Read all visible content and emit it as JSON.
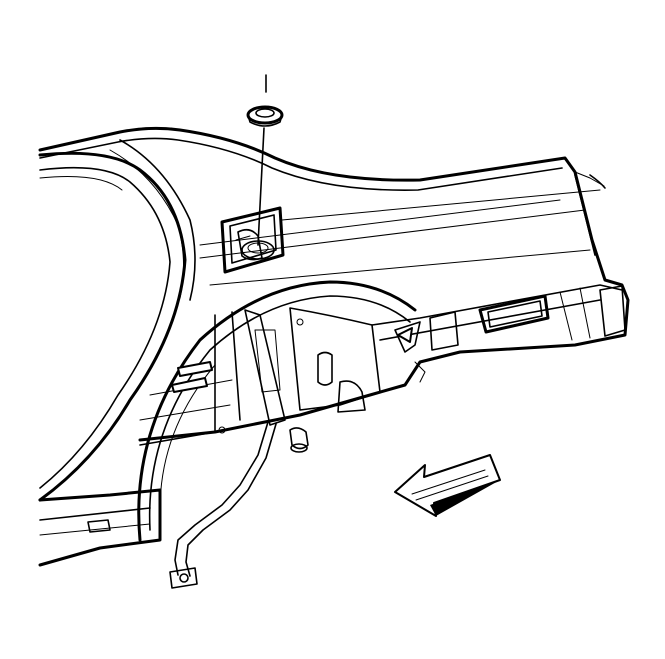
{
  "diagram": {
    "parts": [
      {
        "name": "fuel-filler-door-housing"
      },
      {
        "name": "grommet-seal"
      },
      {
        "name": "fuel-tank-vent-hose"
      },
      {
        "name": "rear-wheelhouse-liner-panel"
      },
      {
        "name": "quarter-panel"
      }
    ],
    "direction_arrow": "front-of-vehicle",
    "colors": {
      "line": "#000000",
      "background": "#ffffff"
    }
  }
}
